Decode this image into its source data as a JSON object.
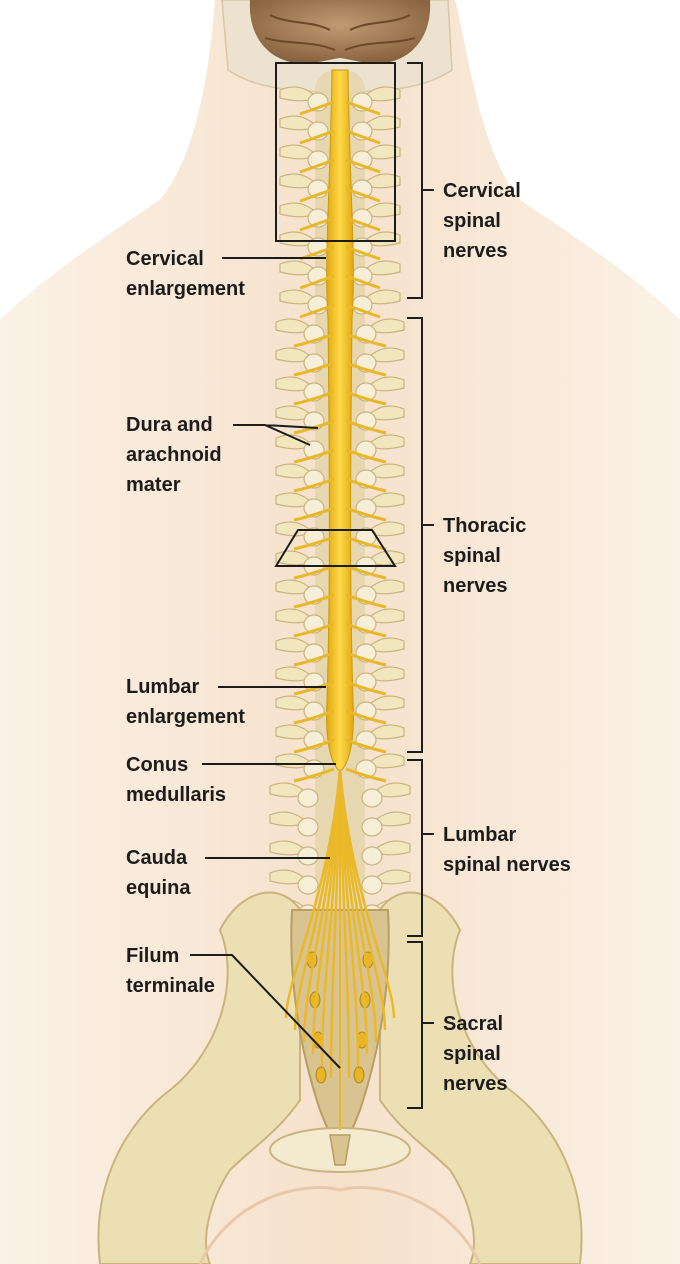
{
  "diagram": {
    "left_labels": [
      {
        "id": "cervical-enlargement",
        "lines": [
          "Cervical",
          "enlargement"
        ]
      },
      {
        "id": "dura-arachnoid",
        "lines": [
          "Dura and",
          "arachnoid",
          "mater"
        ]
      },
      {
        "id": "lumbar-enlargement",
        "lines": [
          "Lumbar",
          "enlargement"
        ]
      },
      {
        "id": "conus-medullaris",
        "lines": [
          "Conus",
          "medullaris"
        ]
      },
      {
        "id": "cauda-equina",
        "lines": [
          "Cauda",
          "equina"
        ]
      },
      {
        "id": "filum-terminale",
        "lines": [
          "Filum",
          "terminale"
        ]
      }
    ],
    "right_labels": [
      {
        "id": "cervical-spinal-nerves",
        "lines": [
          "Cervical",
          "spinal",
          "nerves"
        ]
      },
      {
        "id": "thoracic-spinal-nerves",
        "lines": [
          "Thoracic",
          "spinal",
          "nerves"
        ]
      },
      {
        "id": "lumbar-spinal-nerves",
        "lines": [
          "Lumbar",
          "spinal nerves"
        ]
      },
      {
        "id": "sacral-spinal-nerves",
        "lines": [
          "Sacral",
          "spinal",
          "nerves"
        ]
      }
    ],
    "colors": {
      "skin": "#f6e2cd",
      "bone": "#efe2b8",
      "bone_shadow": "#c9b47e",
      "cord": "#f2c21a",
      "nerve": "#e8b82a",
      "dura": "#e9dcb8",
      "brain": "#a8805a",
      "line": "#1c1c1c"
    }
  }
}
